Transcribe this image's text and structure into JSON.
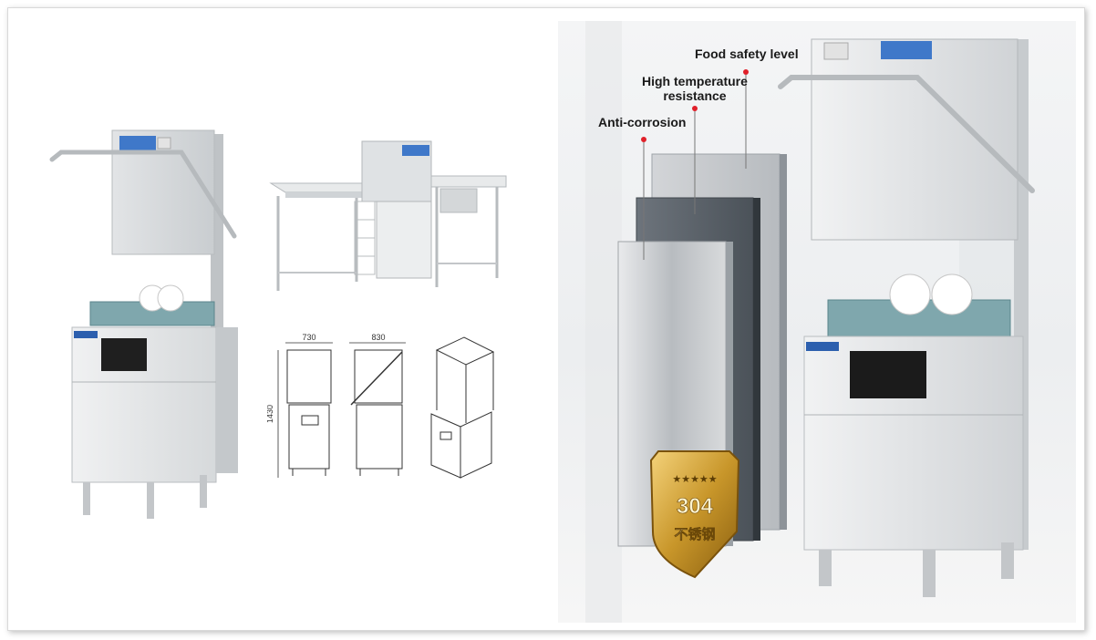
{
  "dimensions": {
    "width_label": "730",
    "depth_label": "830",
    "height_label": "1430"
  },
  "features": {
    "food_safety": "Food safety level",
    "high_temp_line1": "High temperature",
    "high_temp_line2": "resistance",
    "anti_corrosion": "Anti-corrosion"
  },
  "badge": {
    "stars": "★★★★★",
    "grade": "304",
    "material": "不锈钢"
  },
  "colors": {
    "steel": "#cfd3d6",
    "rack": "#7fa7ad",
    "dot": "#e0202a",
    "gold": "#c8962a"
  }
}
